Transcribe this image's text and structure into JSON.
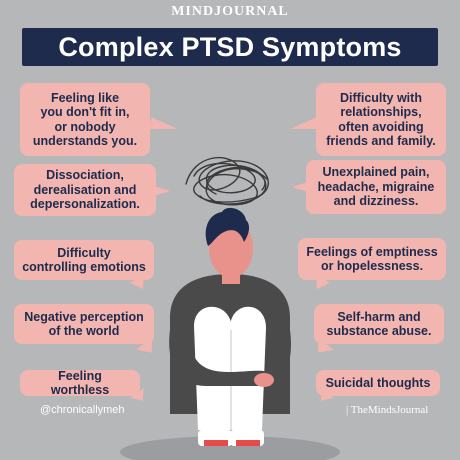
{
  "brand": {
    "name": "MINDJOURNAL"
  },
  "title": "Complex PTSD Symptoms",
  "symptoms": {
    "left": [
      [
        "Feeling like",
        "you don't fit in,",
        "or nobody",
        "understands you."
      ],
      [
        "Dissociation,",
        "derealisation and",
        "depersonalization."
      ],
      [
        "Difficulty",
        "controlling emotions"
      ],
      [
        "Negative perception",
        "of the world"
      ],
      [
        "Feeling worthless"
      ]
    ],
    "right": [
      [
        "Difficulty with",
        "relationships,",
        "often avoiding",
        "friends and family."
      ],
      [
        "Unexplained pain,",
        "headache, migraine",
        "and dizziness."
      ],
      [
        "Feelings of emptiness",
        "or hopelessness."
      ],
      [
        "Self-harm and",
        "substance abuse."
      ],
      [
        "Suicidal thoughts"
      ]
    ]
  },
  "credits": {
    "left": "@chronicallymeh",
    "right": "| TheMindsJournal"
  },
  "colors": {
    "background": "#b6b7b9",
    "title_bar": "#1f2b4d",
    "bubble": "#f2b5b0",
    "text_dark": "#1f2b4d",
    "skin": "#e9928b",
    "sweater": "#4a4a4a",
    "pants": "#ffffff",
    "hair": "#1f2b4d",
    "shadow": "#9c9da0"
  },
  "icons": {
    "scribble": "scribble-icon"
  }
}
